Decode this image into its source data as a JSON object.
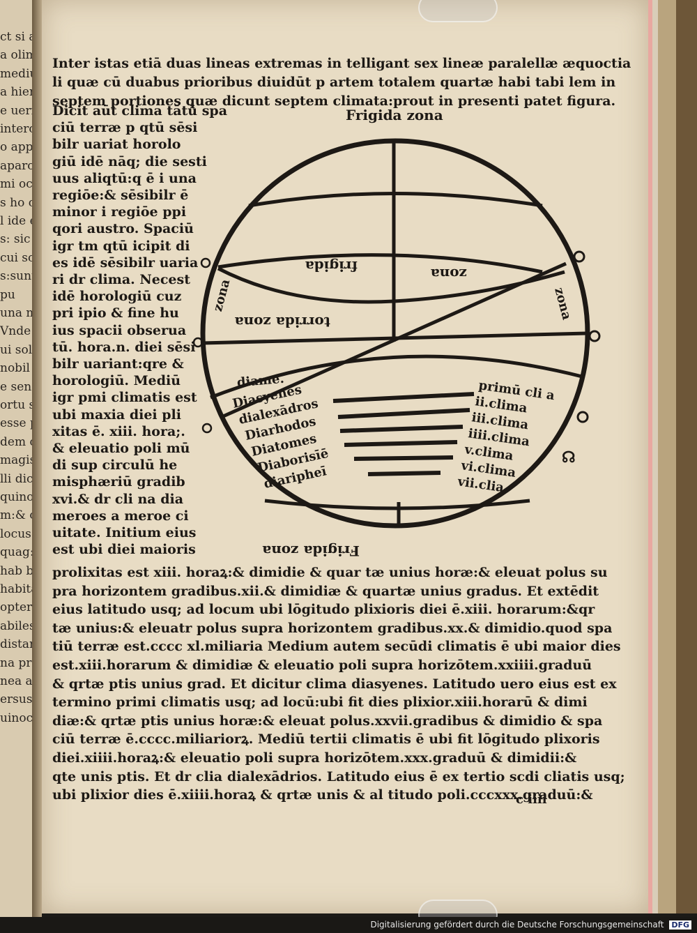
{
  "left_page": {
    "fragments": [
      "ct si al",
      "a olim",
      "medium g",
      "a hiemi",
      "e uerrec",
      "intercep",
      "o apparen",
      "aparo:sed n",
      "mi occidi",
      "s ho op",
      "l ide eg",
      "s: sic eg",
      "cui sol",
      "s:sunu",
      "pu",
      "una me",
      "Vnde to",
      "ui sol sub",
      "nobil di",
      "e sensibi",
      "ortu so",
      "esse ppe",
      "dem cu",
      "magis de",
      "lli dicu",
      "quinoctiu",
      "m:& occi",
      "locus ad",
      "quag:un",
      "hab bit",
      "habitabi",
      "opterno",
      "abilesfe",
      "distansab",
      "na prib",
      "nea aqu",
      "ersus sept",
      "uinoctial"
    ]
  },
  "top_text": [
    "Inter istas etiā duas lineas extremas in telligant sex lineæ paralellæ æquoctia",
    "li quæ cū duabus prioribus diuidūt p artem totalem quartæ habi tabi lem in",
    "septem portiones quæ dicunt septem climata:prout in presenti patet figura."
  ],
  "column_text": [
    "Dicit aūt clima tātū spa",
    "ciū terræ p qtū sēsi",
    "bilr uariat horolo",
    "giū idē nāq; die sesti",
    "uus aliqtū:q ē i una",
    "regiōe:& sēsibilr ē",
    "minor i regiōe ppi",
    "qori austro. Spaciū",
    "igr tm qtū icipit di",
    "es idē sēsibilr uaria",
    "ri dr clima. Necest",
    "idē horologiū cuz",
    "pri ipio & fine hu",
    "ius spacii obserua",
    "tū. hora.n. diei sēsi",
    "bilr uariant:qre &",
    "horologiū. Mediū",
    "igr pmi climatis est",
    "ubi maxia diei pli",
    "xitas ē. xiii. hora;.",
    "& eleuatio poli mū",
    "di sup circulū he",
    "misphæriū gradib",
    "xvi.& dr cli na dia",
    "meroes a meroe ci",
    "uitate. Initium eius",
    "est ubi diei maioris"
  ],
  "figure": {
    "top_label": "Frigida zona",
    "bottom_label": "Frigida zona",
    "upper_labels": [
      "frigida",
      "zona",
      "torrida zona"
    ],
    "side_labels": [
      "zona",
      "zona"
    ],
    "diameter_label": "diame.",
    "left_climates": [
      "Diasyenes",
      "dialexādros",
      "Diarhodos",
      "Diatomes",
      "Diaborisīē",
      "diaripheī"
    ],
    "right_climates": [
      "primū cli a",
      "ii.clima",
      "iii.clima",
      "iiii.clima",
      "v.clima",
      "vi.clima",
      "vii.clia"
    ]
  },
  "bottom_text": [
    "prolixitas est xiii. horaꝝ:& dimidie & quar tæ unius horæ:& eleuat polus su",
    "pra horizontem gradibus.xii.& dimidiæ & quartæ unius gradus. Et extēdit",
    "eius latitudo usq; ad locum ubi lōgitudo plixioris diei ē.xiii. horarum:&qr",
    "tæ unius:& eleuatr polus supra horizontem gradibus.xx.& dimidio.quod spa",
    "tiū terræ est.cccc xl.miliaria Medium autem secūdi climatis ē ubi maior dies",
    "est.xiii.horarum & dimidiæ & eleuatio poli supra horizōtem.xxiiii.graduū",
    "& qrtæ ptis unius grad. Et dicitur clima diasyenes. Latitudo uero eius est ex",
    "termino primi climatis usq; ad locū:ubi fit dies plixior.xiii.horarū & dimi",
    "diæ:& qrtæ ptis unius horæ:& eleuat polus.xxvii.gradibus & dimidio & spa",
    "ciū terræ ē.cccc.miliariorꝝ. Mediū tertii climatis ē ubi fit lōgitudo plixoris",
    "diei.xiiii.horaꝝ:& eleuatio poli supra horizōtem.xxx.graduū & dimidii:&",
    "qte unis ptis. Et dr clia dialexādrios. Latitudo eius ē ex tertio scdi cliatis usq;",
    "ubi plixior dies ē.xiiii.horaꝝ & qrtæ unis & al titudo poli.cccxxx.graduū:&"
  ],
  "signature": "c iiii",
  "footer": {
    "credit": "Digitalisierung gefördert durch die Deutsche Forschungsgemeinschaft",
    "logo": "DFG"
  }
}
